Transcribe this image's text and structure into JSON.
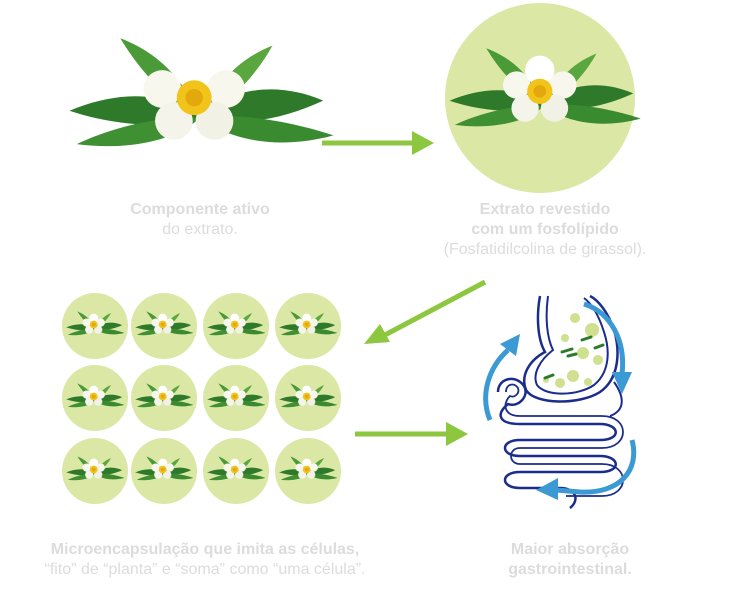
{
  "colors": {
    "circle_fill": "#dbe8a5",
    "arrow_green": "#8dc63f",
    "arrow_blue": "#3b99d4",
    "gut_outline": "#1b2d8a",
    "caption_text": "#dcdcdc"
  },
  "captions": {
    "step1": {
      "bold": "Componente ativo",
      "normal": "do extrato."
    },
    "step2": {
      "bold1": "Extrato revestido",
      "bold2": "com um fosfolípido",
      "normal": "(Fosfatidilcolina de girassol)."
    },
    "step3": {
      "bold": "Microencapsulação que imita as células,",
      "normal": "“fito” de “planta” e “soma” como “uma célula”."
    },
    "step4": {
      "bold1": "Maior absorção",
      "bold2": "gastrointestinal."
    }
  }
}
